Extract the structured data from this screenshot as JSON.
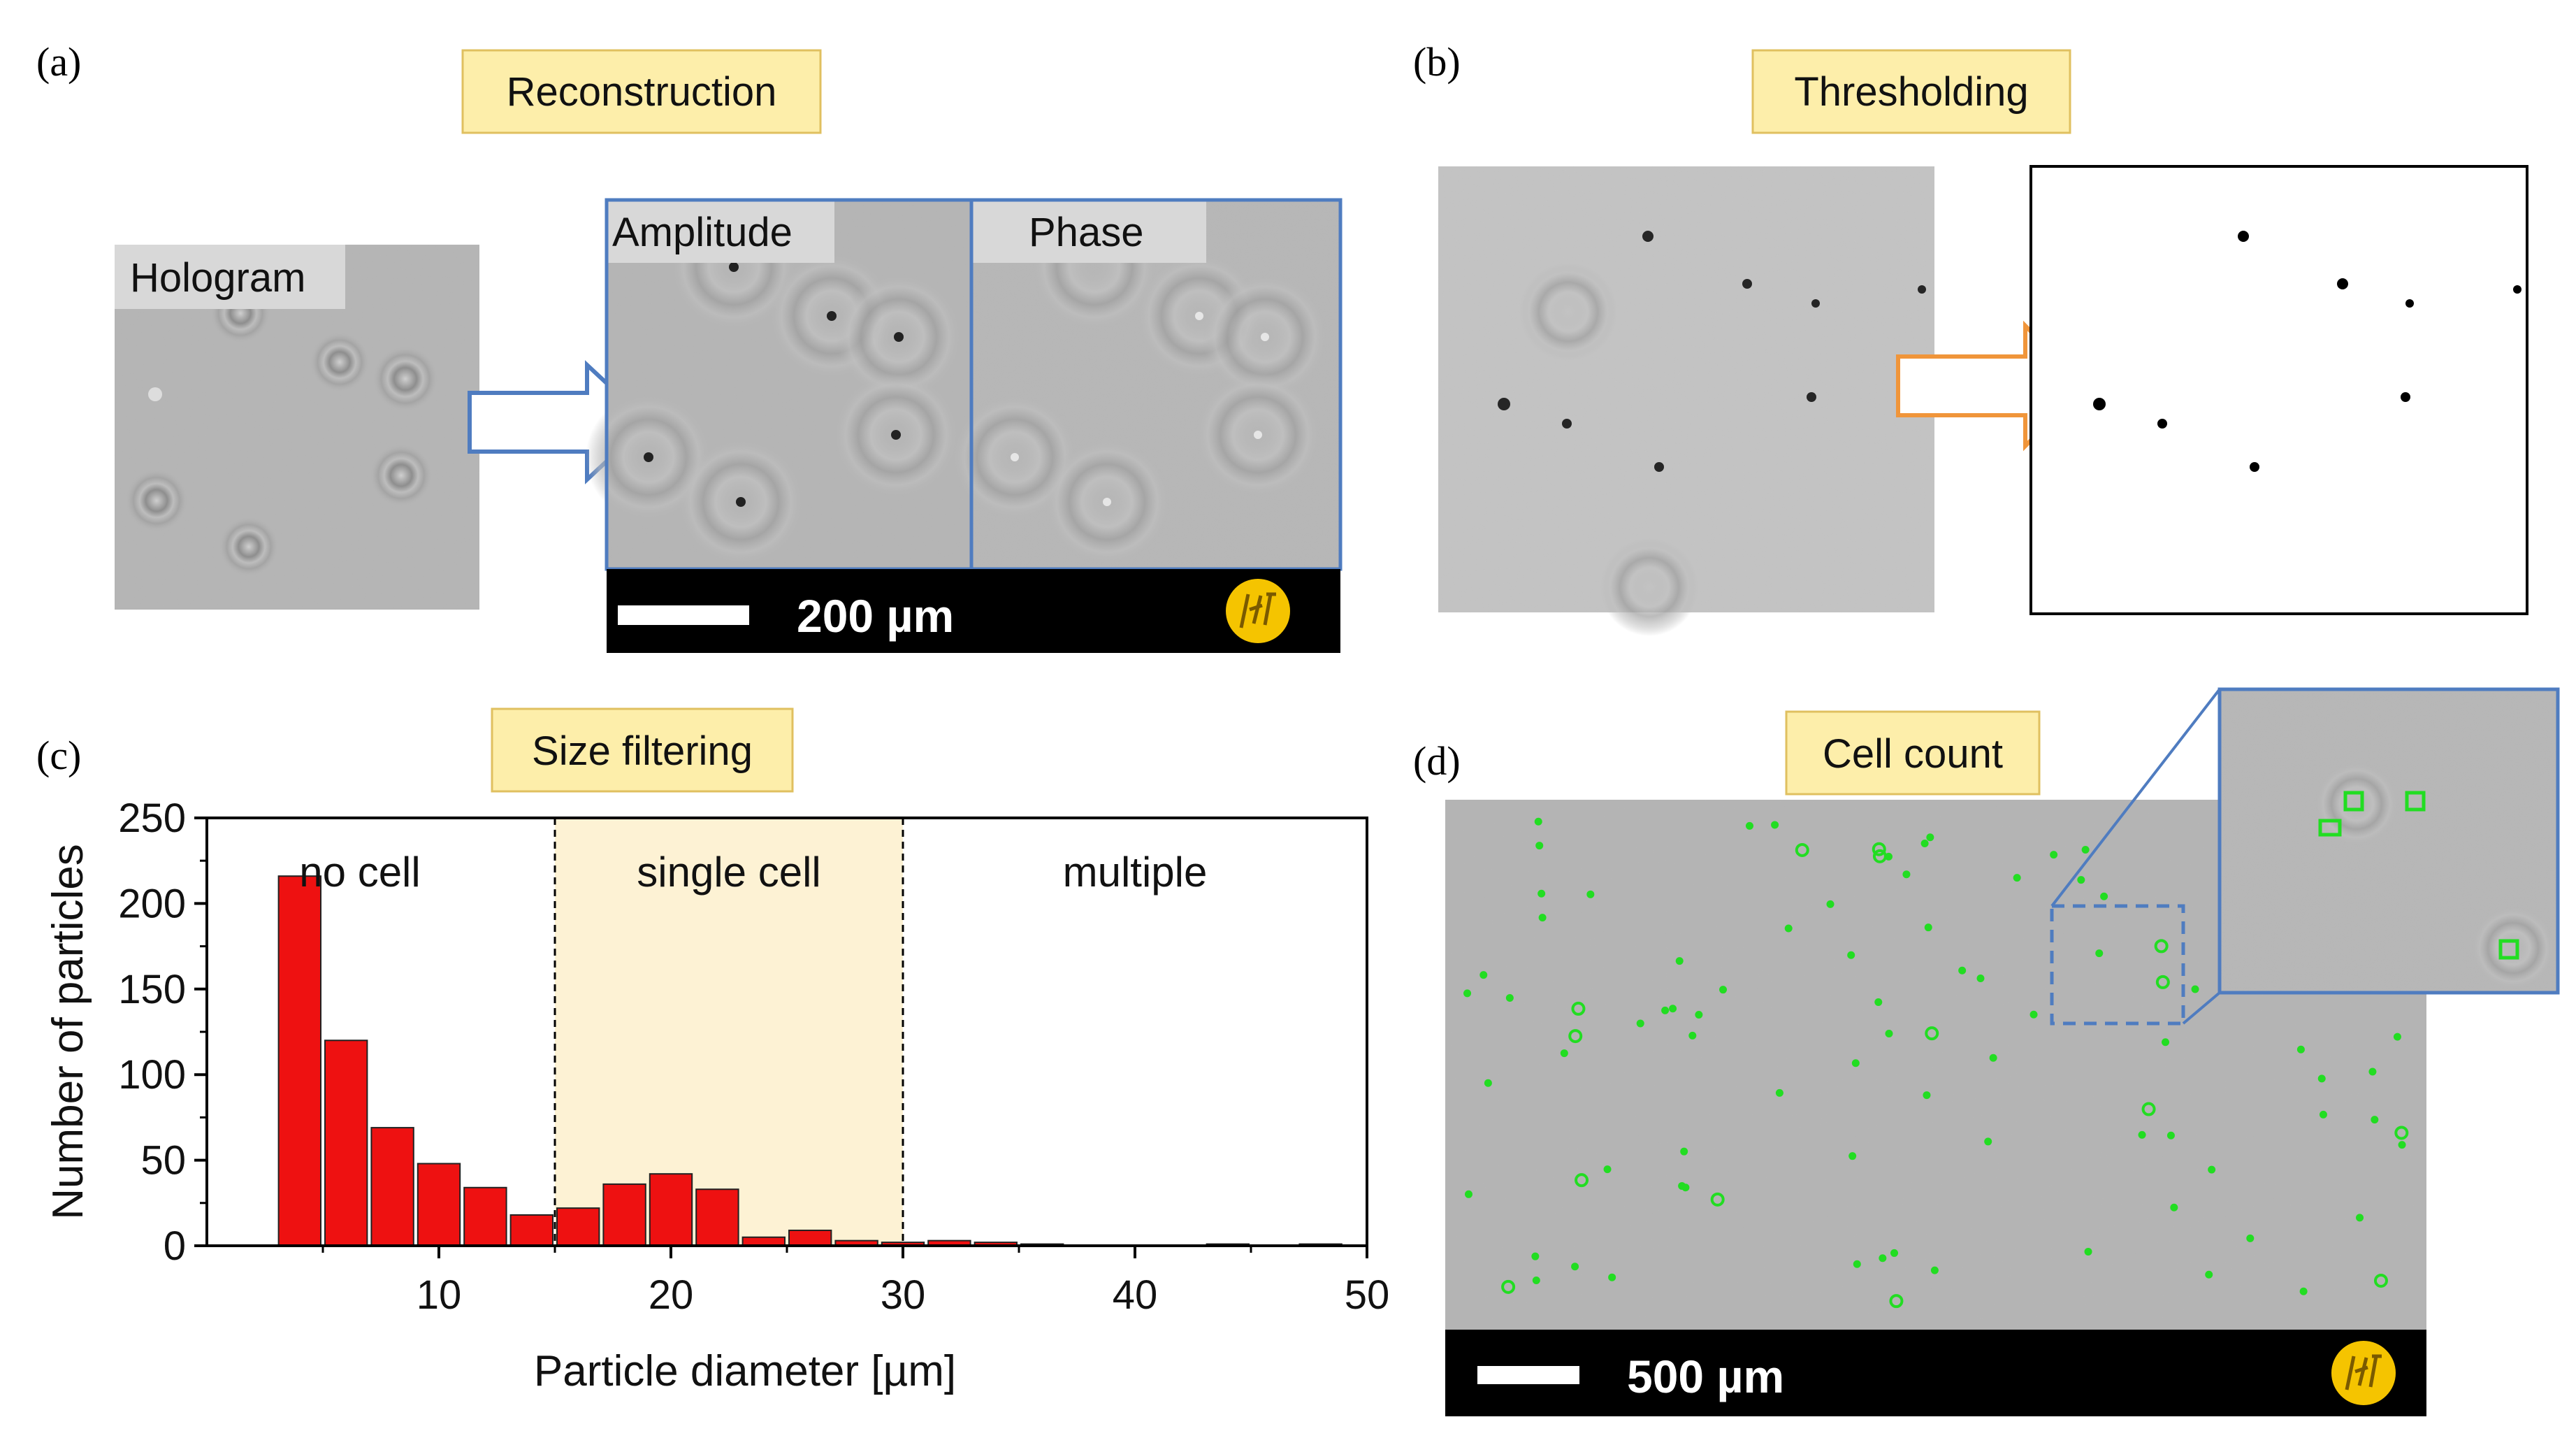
{
  "panels": {
    "a": {
      "letter": "(a)",
      "step": "Reconstruction",
      "hologram_label": "Hologram",
      "amplitude_label": "Amplitude",
      "phase_label": "Phase",
      "scale_bar": "200 µm",
      "logo_text": "IHT"
    },
    "b": {
      "letter": "(b)",
      "step": "Thresholding"
    },
    "c": {
      "letter": "(c)",
      "step": "Size filtering"
    },
    "d": {
      "letter": "(d)",
      "step": "Cell count",
      "scale_bar": "500 µm",
      "logo_text": "IHT"
    }
  },
  "colors": {
    "label_box_fill": "#fdeeaa",
    "label_box_stroke": "#e0c060",
    "arrow_blue": "#4f7cc0",
    "arrow_orange": "#f0953a",
    "inset_blue": "#4f7cc0",
    "bar_red": "#ee1111",
    "highlight": "#fdf2d4",
    "cell_green": "#22dd22",
    "logo_yellow": "#f5c400"
  },
  "chart_data": {
    "type": "bar",
    "xlabel": "Particle diameter [µm]",
    "ylabel": "Number of particles",
    "xlim": [
      0,
      50
    ],
    "ylim": [
      0,
      250
    ],
    "xticks": [
      10,
      20,
      30,
      40,
      50
    ],
    "yticks": [
      0,
      50,
      100,
      150,
      200,
      250
    ],
    "bin_width": 2,
    "x": [
      4,
      6,
      8,
      10,
      12,
      14,
      16,
      18,
      20,
      22,
      24,
      26,
      28,
      30,
      32,
      34,
      36,
      38,
      40,
      42,
      44,
      46,
      48
    ],
    "values": [
      216,
      120,
      69,
      48,
      34,
      18,
      22,
      36,
      42,
      33,
      5,
      9,
      3,
      2,
      3,
      2,
      1,
      0,
      0,
      0,
      1,
      0,
      1
    ],
    "regions": [
      {
        "label": "no cell",
        "from": 0,
        "to": 15
      },
      {
        "label": "single cell",
        "from": 15,
        "to": 30,
        "highlighted": true
      },
      {
        "label": "multiple",
        "from": 30,
        "to": 50
      }
    ],
    "dividers": [
      15,
      30
    ]
  }
}
